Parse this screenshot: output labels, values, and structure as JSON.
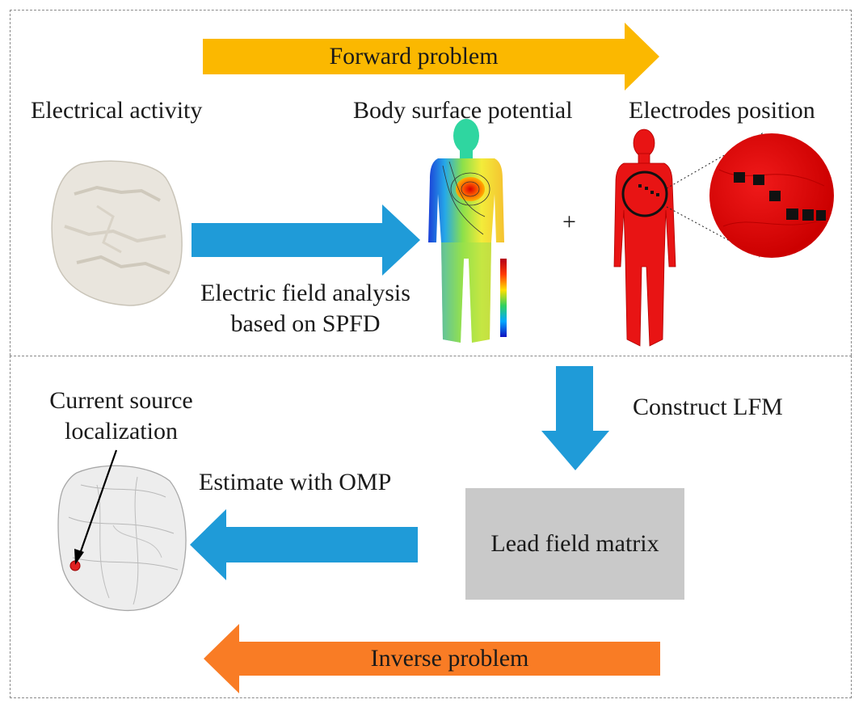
{
  "forward": {
    "label": "Forward problem",
    "color": "#fbb800"
  },
  "inverse": {
    "label": "Inverse problem",
    "color": "#f97c25"
  },
  "flow_color": "#1f9bd8",
  "labels": {
    "electrical_activity": "Electrical activity",
    "body_surface_potential": "Body surface potential",
    "electrodes_position": "Electrodes position",
    "plus": "+",
    "efa_line1": "Electric field analysis",
    "efa_line2": "based on SPFD",
    "construct_lfm": "Construct LFM",
    "estimate_omp": "Estimate with OMP",
    "current_source_line1": "Current source",
    "current_source_line2": "localization"
  },
  "lead_field_matrix": {
    "label": "Lead field matrix",
    "fill": "#c9c9c9"
  },
  "icons": {
    "heart_solid": "heart-model-icon",
    "potential_body": "body-surface-potential-icon",
    "electrode_body": "electrode-body-icon",
    "zoom_circle": "electrode-zoom-icon",
    "heart_transparent": "transparent-heart-icon"
  }
}
